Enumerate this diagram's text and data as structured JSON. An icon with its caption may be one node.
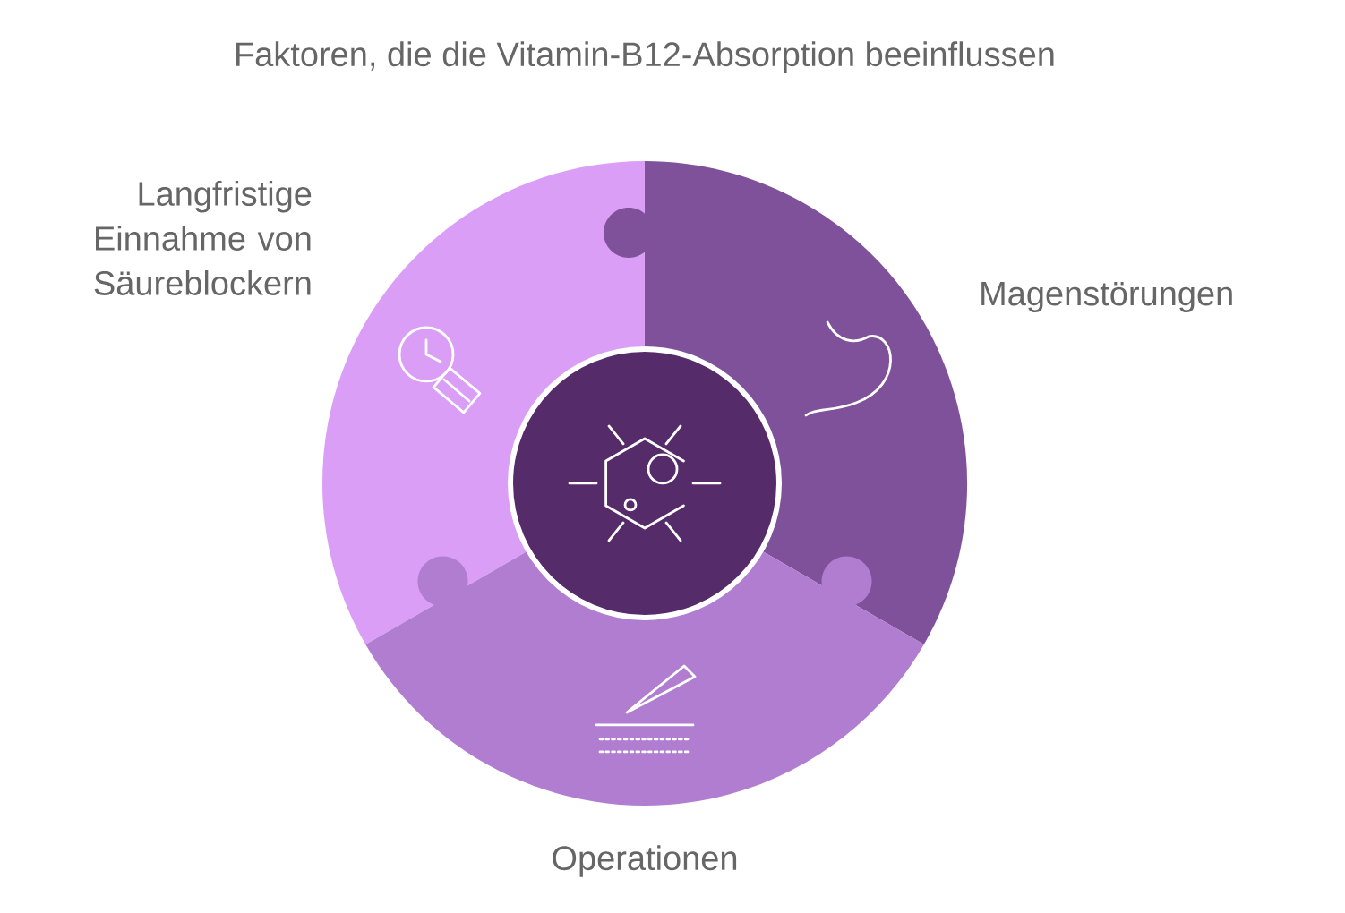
{
  "diagram": {
    "title": "Faktoren, die die Vitamin-B12-Absorption beeinflussen",
    "nodes": [
      {
        "text": [
          "Langfristige Einnahme von Säureblockern"
        ]
      },
      {
        "text": [
          "Magenstörungen"
        ]
      },
      {
        "text": [
          "Operationen"
        ]
      },
      {
        "text": [],
        "shape": "circle"
      }
    ]
  }
}
